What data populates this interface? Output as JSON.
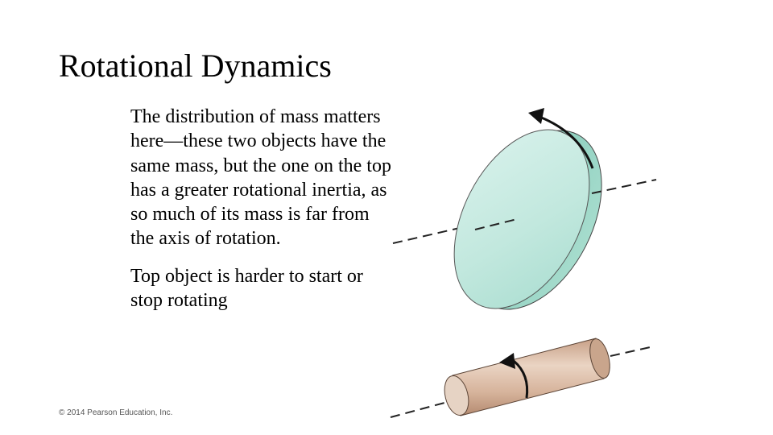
{
  "slide": {
    "title": "Rotational Dynamics",
    "paragraphs": [
      "The distribution of mass matters here—these two objects have the same mass, but the one on the top has a greater rotational inertia, as so much of its mass is far from the axis of rotation.",
      "Top object is harder to start or stop rotating"
    ],
    "copyright": "© 2014 Pearson Education, Inc."
  },
  "figure": {
    "disk_color": "#bfe6dc",
    "disk_edge_color": "#8fd0c0",
    "cylinder_color": "#d8b8a0",
    "icons": [
      "rotation-arrow-icon",
      "rotation-arrow-icon"
    ]
  }
}
